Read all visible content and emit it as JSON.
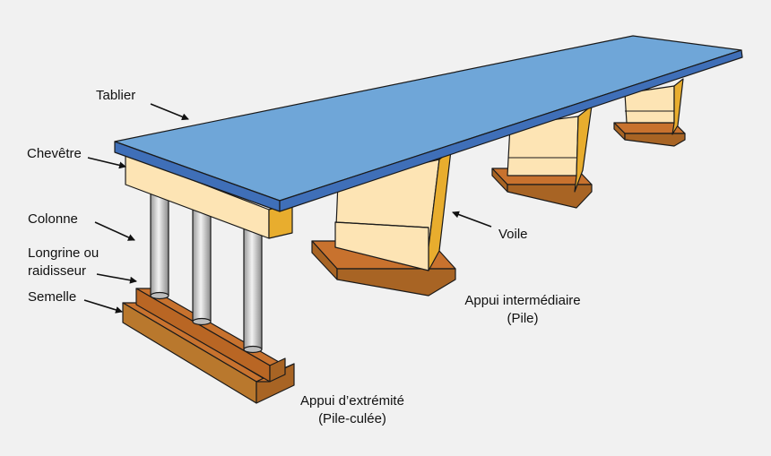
{
  "labels": {
    "tablier": "Tablier",
    "chevetre": "Chevêtre",
    "colonne": "Colonne",
    "longrine_line1": "Longrine ou",
    "longrine_line2": "raidisseur",
    "semelle": "Semelle",
    "voile": "Voile",
    "appui_intermediaire_line1": "Appui intermédiaire",
    "appui_intermediaire_line2": "(Pile)",
    "appui_extremite_line1": "Appui d’extrémité",
    "appui_extremite_line2": "(Pile-culée)"
  },
  "colors": {
    "background": "#f1f1f1",
    "deck_top": "#6fa6d8",
    "deck_edge": "#3f6fb8",
    "pier_face": "#fde4b4",
    "pier_side": "#e8ad2e",
    "footing_top": "#c8722e",
    "footing_side": "#a86424",
    "column": "#d8d8d8",
    "outline": "#1a1a1a"
  }
}
